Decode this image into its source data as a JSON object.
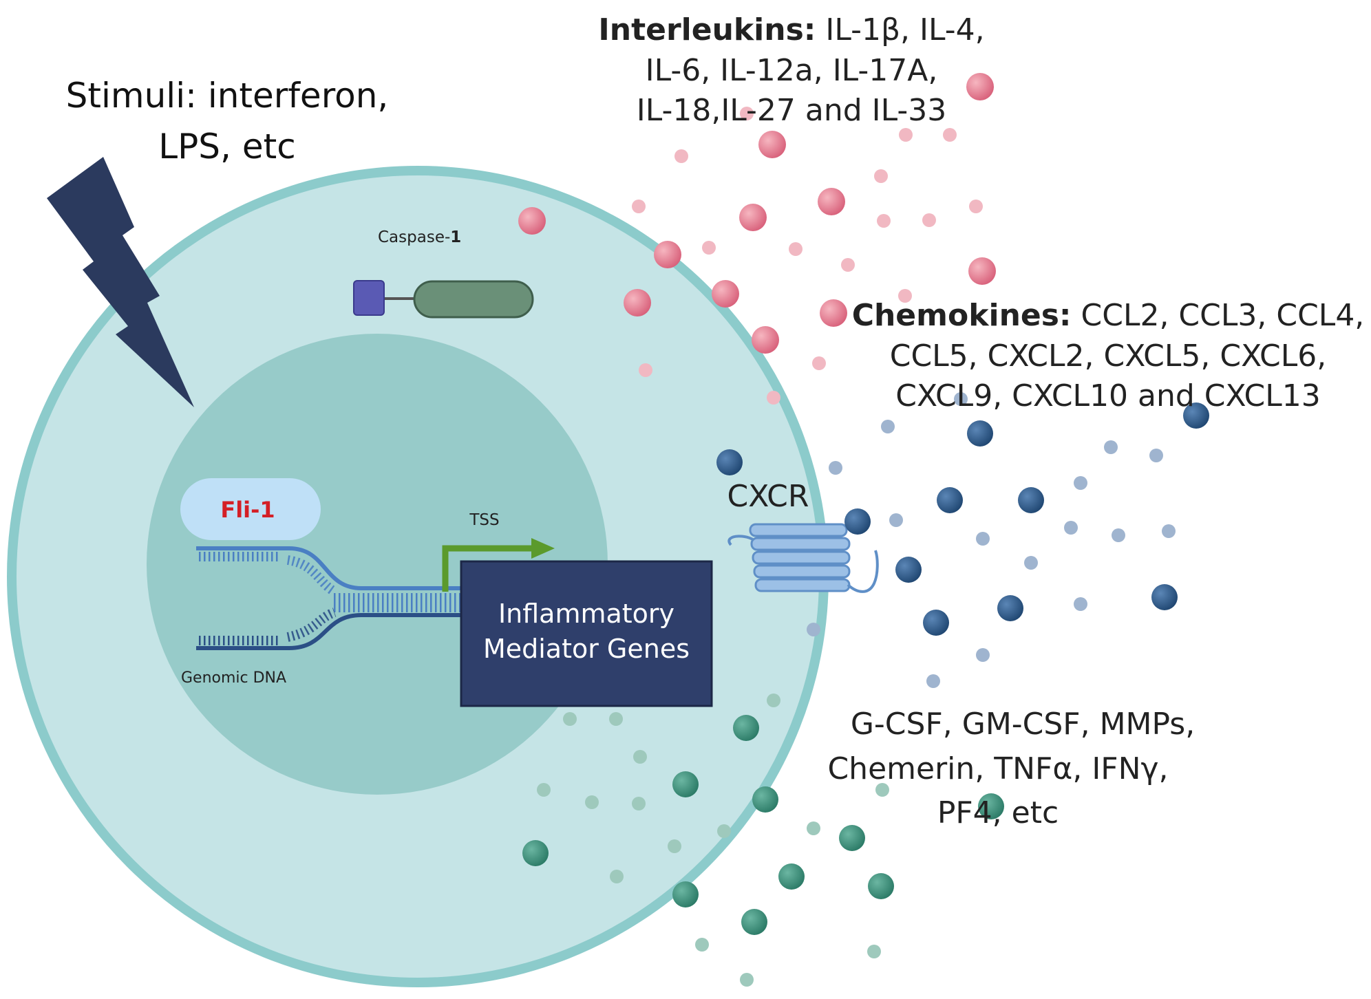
{
  "stimuli": {
    "line1": "Stimuli: interferon,",
    "line2": "LPS, etc"
  },
  "interleukins": {
    "heading": "Interleukins:",
    "line1_rest": " IL-1β, IL-4,",
    "line2": "IL-6, IL-12a, IL-17A,",
    "line3": "IL-18,IL-27 and IL-33"
  },
  "chemokines": {
    "heading": "Chemokines:",
    "line1_rest": " CCL2, CCL3, CCL4,",
    "line2": "CCL5, CXCL2, CXCL5, CXCL6,",
    "line3": "CXCL9, CXCL10 and CXCL13"
  },
  "other_mediators": {
    "line1": "G-CSF, GM-CSF, MMPs,",
    "line2": "Chemerin,  TNFα, IFNγ,",
    "line3": "PF4, etc"
  },
  "caspase": {
    "label_prefix": "Caspase-",
    "label_number": "1"
  },
  "fli1": {
    "label": "Fli-1"
  },
  "tss": {
    "label": "TSS"
  },
  "genomic_dna": {
    "label": "Genomic DNA"
  },
  "genes_box": {
    "line1": "Inflammatory",
    "line2": "Mediator Genes"
  },
  "receptor": {
    "label": "CXCR"
  },
  "colors": {
    "cell": "#c5e4e6",
    "cell_border": "#8ccbcb",
    "nucleus": "#97cbc9",
    "lightning": "#2b3a5e",
    "interleukin": "#e0788a",
    "chemokine": "#2b5685",
    "other_mediator": "#3a8a78",
    "genes_box": "#2f3f6b",
    "fli1_text": "#d41f26",
    "fli1_bubble": "#bfe0f7",
    "tss_arrow": "#5b9a2c",
    "dna": "#4a7fc3"
  }
}
